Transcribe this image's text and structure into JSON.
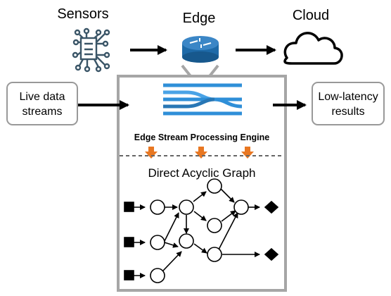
{
  "tiers": {
    "sensors": "Sensors",
    "edge": "Edge",
    "cloud": "Cloud"
  },
  "input_box": {
    "line1": "Live data",
    "line2": "streams"
  },
  "output_box": {
    "line1": "Low-latency",
    "line2": "results"
  },
  "engine_label": "Edge Stream Processing Engine",
  "dag_label": "Direct Acyclic Graph",
  "icons": {
    "sensors": "circuit-chip-icon",
    "edge": "router-icon",
    "cloud": "cloud-icon",
    "engine": "stream-merge-icon"
  },
  "colors": {
    "icon_dark": "#3a5567",
    "stream_blue": "#2f8fd8",
    "router_blue": "#1e6aa8",
    "box_border": "#a6a6a6",
    "down_arrow": "#e87722"
  }
}
